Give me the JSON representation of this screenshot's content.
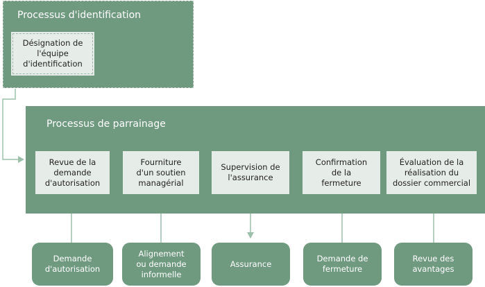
{
  "identification": {
    "title": "Processus d'identification",
    "item": "Désignation de\nl'équipe\nd'identification"
  },
  "parrainage": {
    "title": "Processus de parrainage",
    "steps": [
      "Revue de la\ndemande\nd'autorisation",
      "Fourniture\nd'un soutien\nmanagérial",
      "Supervision de\nl'assurance",
      "Confirmation\nde la\nfermeture",
      "Évaluation de la\nréalisation du\ndossier commercial"
    ]
  },
  "inputs": [
    "Demande\nd'autorisation",
    "Alignement\nou demande\ninformelle",
    "Assurance",
    "Demande de\nfermeture",
    "Revue des\navantages"
  ],
  "colors": {
    "panel": "#6f9a80",
    "light_box": "#e6ece8",
    "connector": "#8fb39d"
  }
}
